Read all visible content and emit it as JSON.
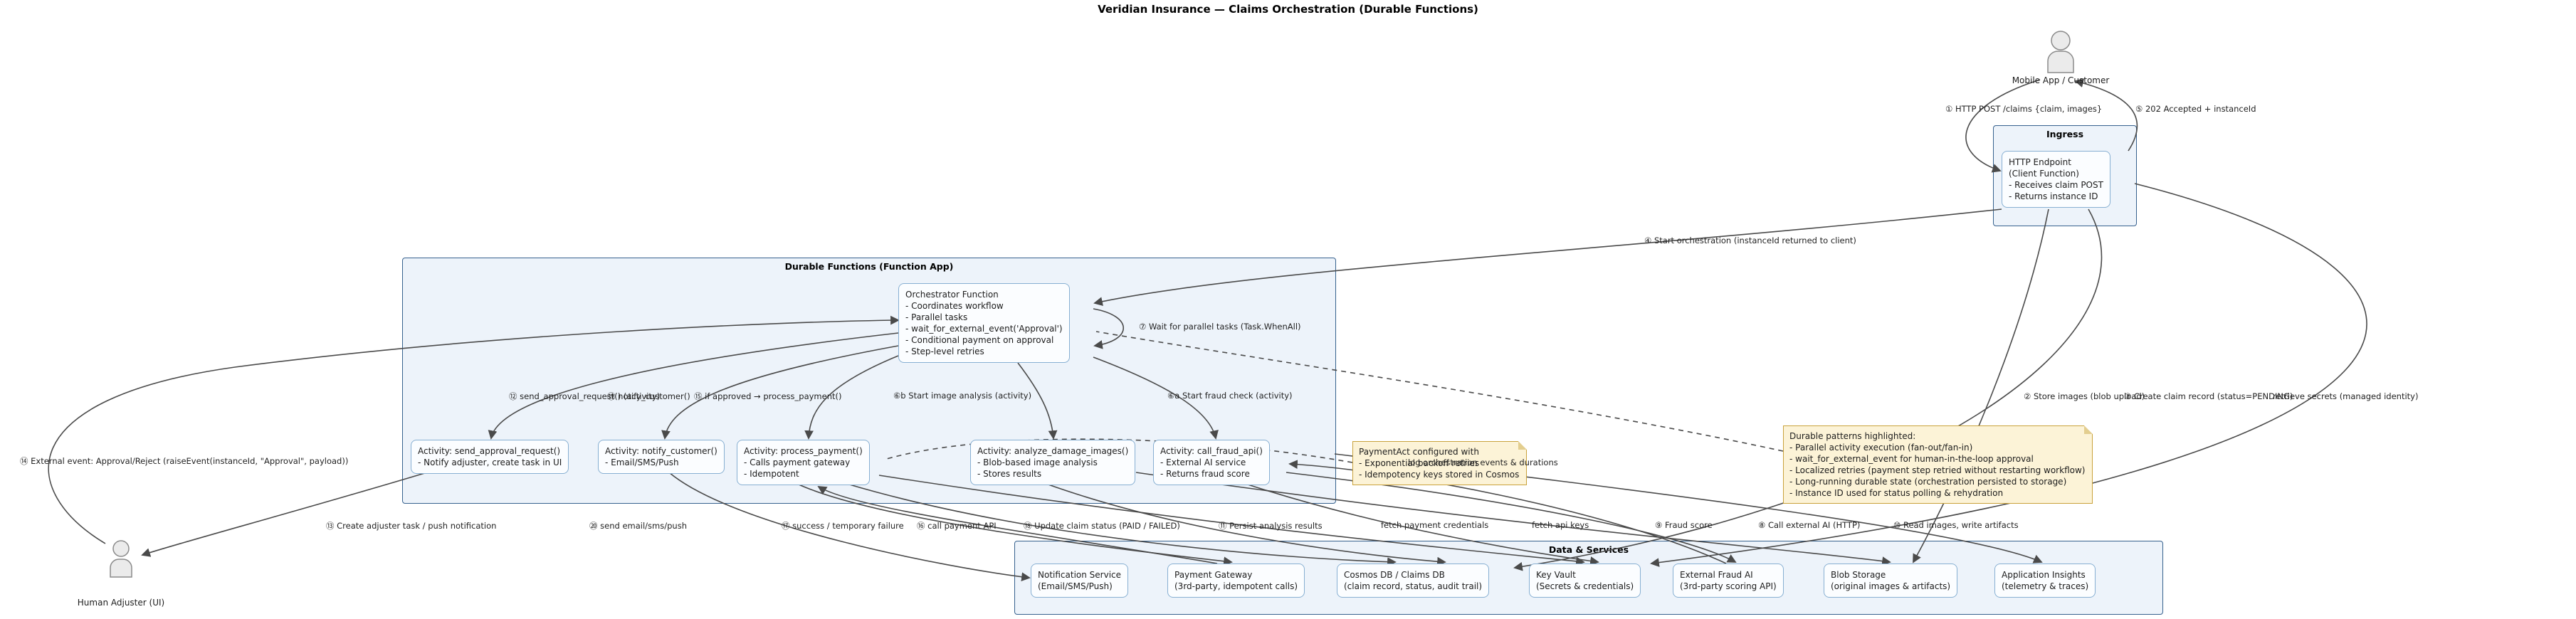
{
  "title": "Veridian Insurance — Claims Orchestration (Durable Functions)",
  "actors": {
    "mobile": "Mobile App / Customer",
    "adjuster": "Human Adjuster (UI)"
  },
  "ingress": {
    "title": "Ingress",
    "endpoint": [
      "HTTP Endpoint",
      "(Client Function)",
      "- Receives claim POST",
      "- Returns instance ID"
    ]
  },
  "durable": {
    "title": "Durable Functions (Function App)",
    "orchestrator": [
      "Orchestrator Function",
      "- Coordinates workflow",
      "- Parallel tasks",
      "- wait_for_external_event('Approval')",
      "- Conditional payment on approval",
      "- Step-level retries"
    ],
    "act_approval": [
      "Activity: send_approval_request()",
      "- Notify adjuster, create task in UI"
    ],
    "act_notify": [
      "Activity: notify_customer()",
      "- Email/SMS/Push"
    ],
    "act_payment": [
      "Activity: process_payment()",
      "- Calls payment gateway",
      "- Idempotent"
    ],
    "act_images": [
      "Activity: analyze_damage_images()",
      "- Blob-based image analysis",
      "- Stores results"
    ],
    "act_fraud": [
      "Activity: call_fraud_api()",
      "- External AI service",
      "- Returns fraud score"
    ]
  },
  "notes": {
    "payment": [
      "PaymentAct configured with",
      "- Exponential backoff retries",
      "- Idempotency keys stored in Cosmos"
    ],
    "patterns": [
      "Durable patterns highlighted:",
      "- Parallel activity execution (fan-out/fan-in)",
      "- wait_for_external_event for human-in-the-loop approval",
      "- Localized retries (payment step retried without restarting workflow)",
      "- Long-running durable state (orchestration persisted to storage)",
      "- Instance ID used for status polling & rehydration"
    ]
  },
  "services": {
    "title": "Data & Services",
    "notification": [
      "Notification Service",
      "(Email/SMS/Push)"
    ],
    "gateway": [
      "Payment Gateway",
      "(3rd-party, idempotent calls)"
    ],
    "cosmos": [
      "Cosmos DB / Claims DB",
      "(claim record, status, audit trail)"
    ],
    "keyvault": [
      "Key Vault",
      "(Secrets & credentials)"
    ],
    "fraudai": [
      "External Fraud AI",
      "(3rd-party scoring API)"
    ],
    "blob": [
      "Blob Storage",
      "(original images & artifacts)"
    ],
    "insights": [
      "Application Insights",
      "(telemetry & traces)"
    ]
  },
  "edges": {
    "http_post": "① HTTP POST /claims {claim, images}",
    "accepted": "⑤ 202 Accepted + instanceId",
    "store_images": "② Store images (blob upload)",
    "create_claim": "③ Create claim record (status=PENDING)",
    "start_orchestration": "④ Start orchestration (instanceId returned to client)",
    "start_fraud": "⑥a Start fraud check (activity)",
    "start_image": "⑥b Start image analysis (activity)",
    "wait_parallel": "⑦ Wait for parallel tasks (Task.WhenAll)",
    "call_ai": "⑧ Call external AI (HTTP)",
    "fraud_score": "⑨ Fraud score",
    "read_images": "⑩ Read images, write artifacts",
    "persist_results": "⑪ Persist analysis results",
    "send_approval": "⑫ send_approval_request() (activity)",
    "adjuster_task": "⑬ Create adjuster task / push notification",
    "external_event": "⑭ External event: Approval/Reject (raiseEvent(instanceId, \"Approval\", payload))",
    "if_approved": "⑮ if approved → process_payment()",
    "call_payment": "⑯ call payment API",
    "success_failure": "⑰ success / temporary failure",
    "update_status": "⑱ Update claim status (PAID / FAILED)",
    "notify_customer": "⑲ notify_customer()",
    "send_email": "⑳ send email/sms/push",
    "fetch_credentials": "fetch payment credentials",
    "fetch_keys": "fetch api keys",
    "retrieve_secrets": "retrieve secrets (managed identity)",
    "log_events": "log orchestration events & durations"
  },
  "colors": {
    "frame_border": "#36618E",
    "frame_bg": "#EDF3FA",
    "node_border": "#87AFD2",
    "node_bg": "#FBFDFF",
    "note_bg": "#FCF3D7",
    "note_border": "#C9A23B",
    "edge": "#4A4A4A"
  }
}
